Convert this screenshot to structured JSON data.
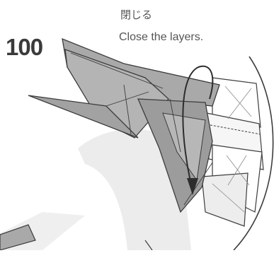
{
  "step": {
    "number": "100"
  },
  "caption": {
    "japanese": "閉じる",
    "english": "Close the layers."
  },
  "colors": {
    "paper_gray": "#a9a9a9",
    "paper_light": "#d9d9d9",
    "line": "#3c3c3c",
    "background": "#ffffff"
  }
}
